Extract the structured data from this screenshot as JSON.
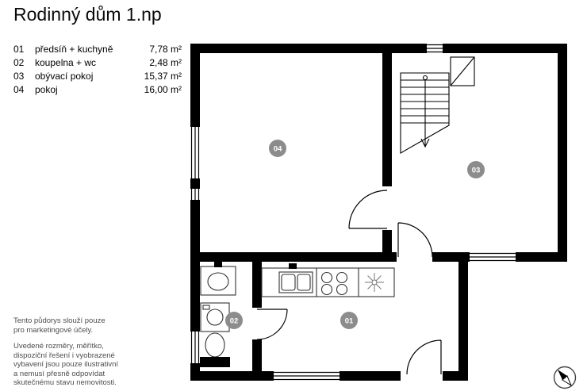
{
  "title": "Rodinný dům 1.np",
  "legend": {
    "rooms": [
      {
        "number": "01",
        "name": "předsíň + kuchyně",
        "area": "7,78 m²"
      },
      {
        "number": "02",
        "name": "koupelna + wc",
        "area": "2,48 m²"
      },
      {
        "number": "03",
        "name": "obývací pokoj",
        "area": "15,37 m²"
      },
      {
        "number": "04",
        "name": "pokoj",
        "area": "16,00 m²"
      }
    ]
  },
  "plan": {
    "labels": {
      "room01": "01",
      "room02": "02",
      "room03": "03",
      "room04": "04"
    }
  },
  "disclaimer": {
    "marketing": "Tento půdorys slouží pouze\npro marketingové účely.",
    "accuracy": "Uvedené rozměry, měřítko,\ndispoziční řešení i vyobrazené\nvybavení jsou pouze ilustrativní\na nemusí přesně odpovídat\nskutečnému stavu nemovitosti."
  },
  "colors": {
    "wall": "#000000",
    "room_label_bg": "#8c8c8c",
    "room_label_text": "#ffffff"
  },
  "icons": {
    "compass": "north-arrow-compass",
    "stairs_arrow": "down-direction-arrow"
  }
}
